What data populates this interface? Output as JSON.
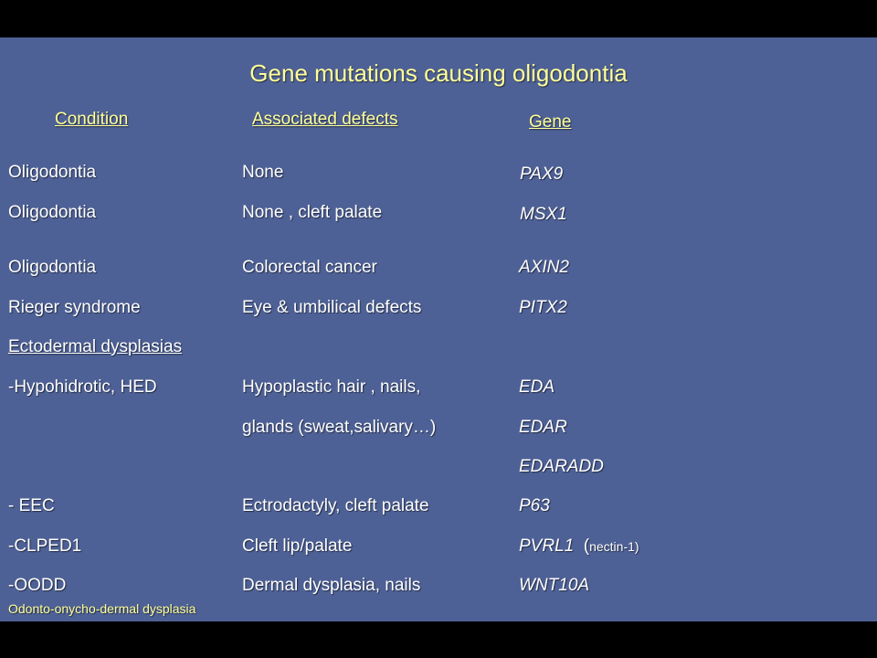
{
  "slide": {
    "title": "Gene mutations causing oligodontia",
    "headers": {
      "condition": "Condition",
      "defects": "Associated defects",
      "gene": "Gene"
    },
    "rows": [
      {
        "condition": "Oligodontia",
        "defects": "None",
        "gene": "PAX9"
      },
      {
        "condition": "Oligodontia",
        "defects": "None , cleft palate",
        "gene": "MSX1"
      },
      {
        "condition": "Oligodontia",
        "defects": "Colorectal cancer",
        "gene": "AXIN2"
      },
      {
        "condition": "Rieger syndrome",
        "defects": "Eye & umbilical defects",
        "gene": "PITX2"
      },
      {
        "condition": "Ectodermal dysplasias",
        "defects": "",
        "gene": ""
      },
      {
        "condition": "-Hypohidrotic, HED",
        "defects": " Hypoplastic hair , nails,",
        "gene": "EDA"
      },
      {
        "condition": "",
        "defects": "glands (sweat,salivary…)",
        "gene": "EDAR"
      },
      {
        "condition": "",
        "defects": "",
        "gene": "EDARADD"
      },
      {
        "condition": "- EEC",
        "defects": "Ectrodactyly, cleft palate",
        "gene": "P63"
      },
      {
        "condition": "-CLPED1",
        "defects": "Cleft lip/palate",
        "gene": "PVRL1",
        "gene_paren_open": "(",
        "gene_note": "nectin-1)"
      },
      {
        "condition": "-OODD",
        "defects": "Dermal dysplasia, nails",
        "gene": "WNT10A"
      }
    ],
    "footnote": "Odonto-onycho-dermal dysplasia"
  }
}
